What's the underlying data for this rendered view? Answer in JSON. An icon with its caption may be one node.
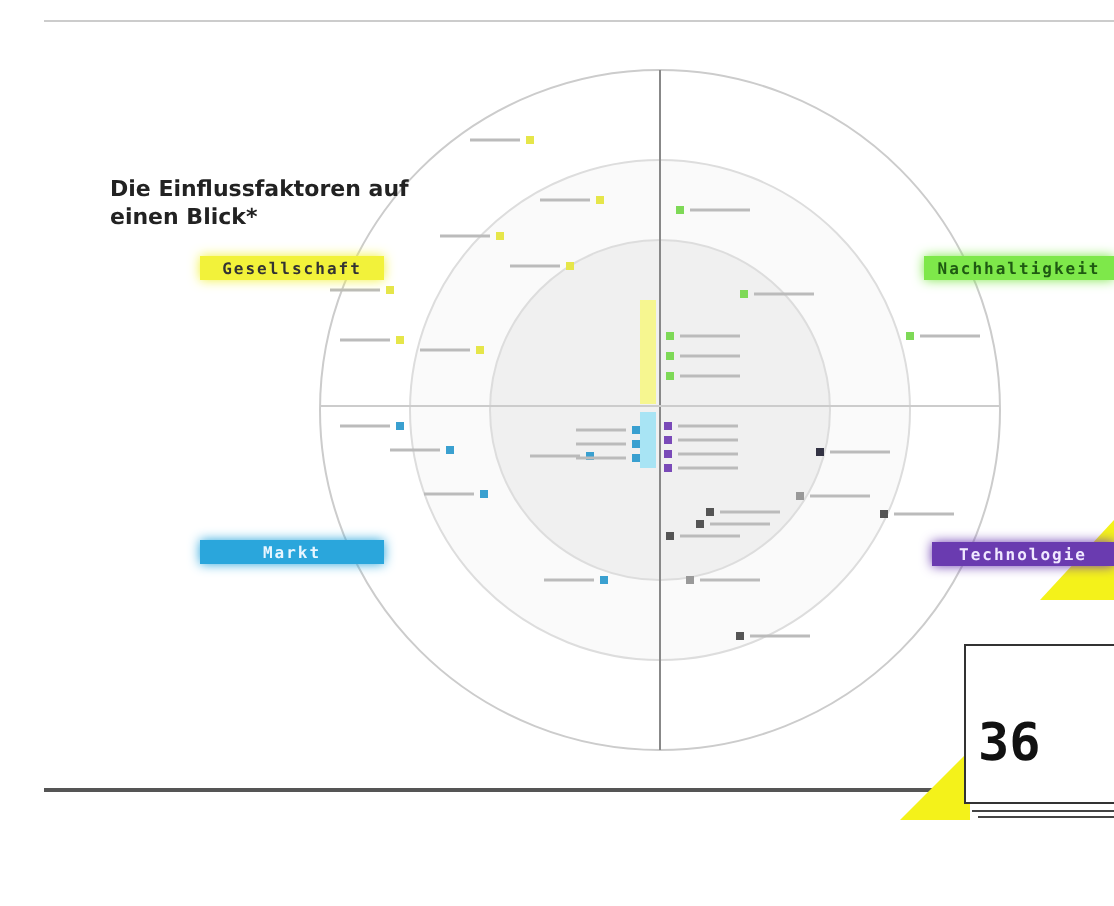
{
  "diagram": {
    "title": "Die Einflussfaktoren auf einen Blick*",
    "nodes": [
      {
        "text": [
          "Gesellschaft"
        ]
      },
      {
        "text": [
          "Nachhaltigkeit"
        ]
      },
      {
        "text": [
          "Markt"
        ]
      },
      {
        "text": [
          "Technologie"
        ]
      },
      {
        "text": [
          "36"
        ]
      }
    ],
    "edges": []
  }
}
